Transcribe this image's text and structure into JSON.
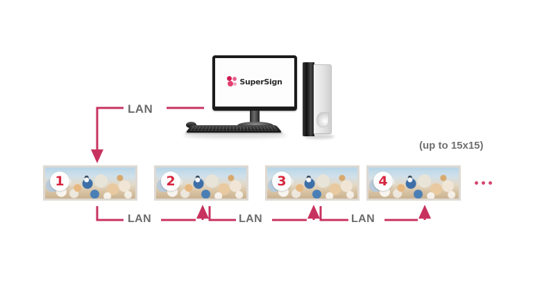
{
  "diagram": {
    "title": "SuperSign daisy chain LAN connection diagram",
    "background_color": "#ffffff",
    "accent_color": "#c8325f",
    "label_color": "#6b6b6b"
  },
  "pc": {
    "monitor_logo_text": "SuperSign",
    "logo_mark_name": "supersign-dots-logo",
    "logo_color": "#d11a52",
    "tower_name": "desktop-pc-tower",
    "keyboard_name": "keyboard",
    "mouse_name": "mouse"
  },
  "connections": {
    "top": {
      "label": "LAN",
      "direction": "down",
      "from": "pc",
      "to": "display-1"
    },
    "chain": [
      {
        "label": "LAN",
        "from": "display-1",
        "to": "display-2"
      },
      {
        "label": "LAN",
        "from": "display-2",
        "to": "display-3"
      },
      {
        "label": "LAN",
        "from": "display-3",
        "to": "display-4"
      }
    ]
  },
  "displays": [
    {
      "number": "1"
    },
    {
      "number": "2"
    },
    {
      "number": "3"
    },
    {
      "number": "4"
    }
  ],
  "notes": {
    "capacity": "(up to 15x15)",
    "continuation": "..."
  }
}
